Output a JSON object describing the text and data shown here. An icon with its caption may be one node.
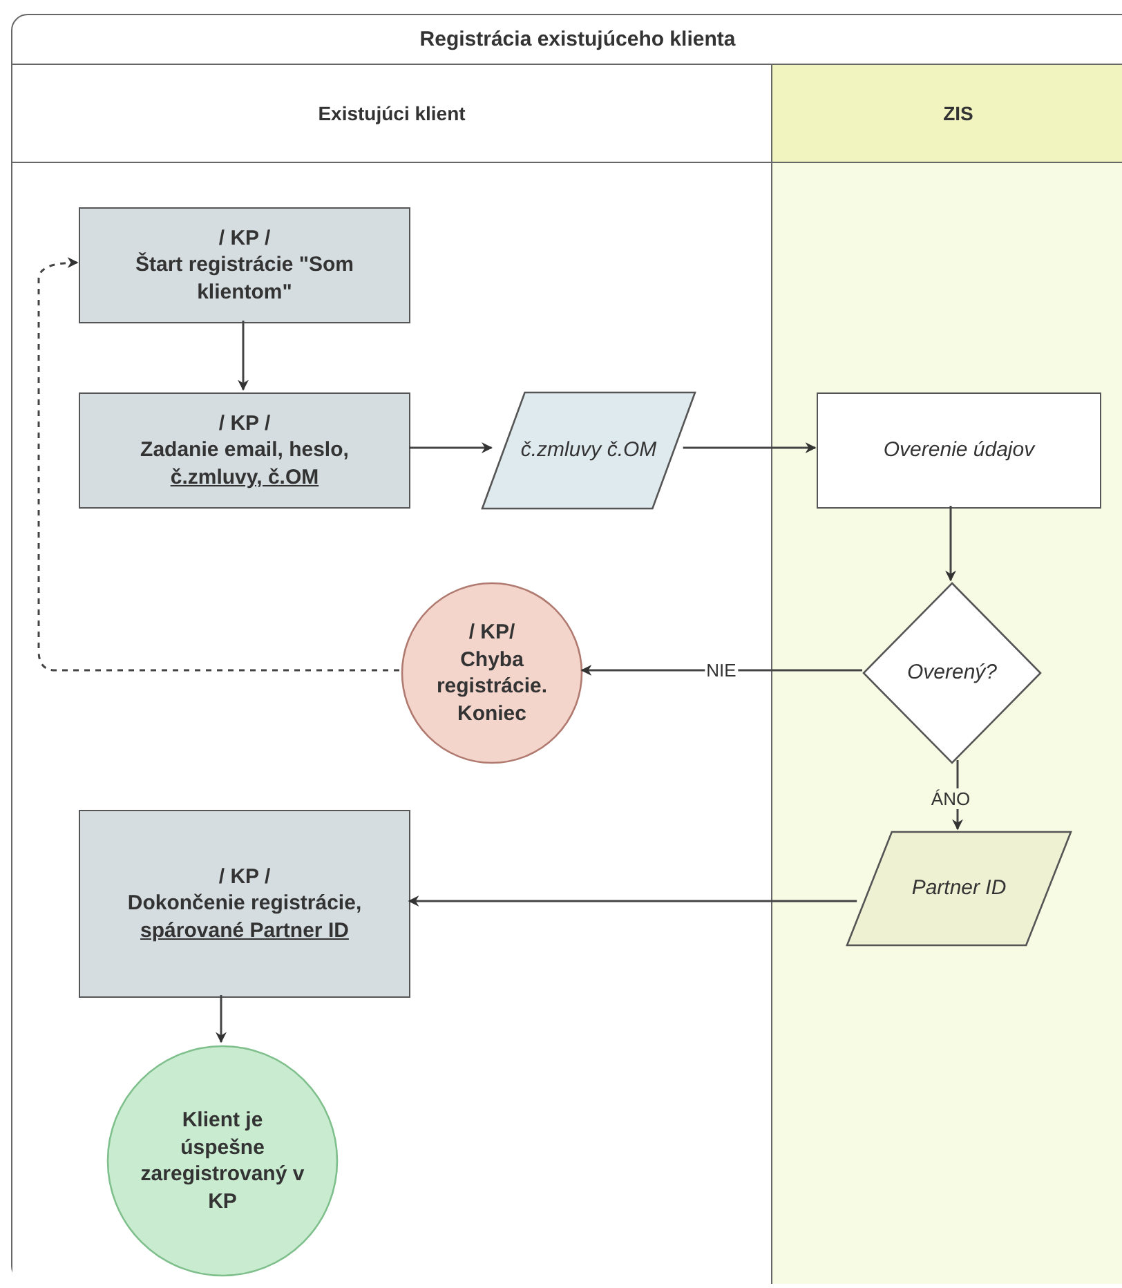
{
  "diagram": {
    "nodes": [
      {
        "text": [
          "Registrácia existujúceho klienta"
        ]
      },
      {
        "text": [
          "Existujúci klient"
        ],
        "in": 0
      },
      {
        "text": [
          "ZIS"
        ],
        "in": 0
      },
      {
        "text": [
          "/ KP /",
          "Štart registrácie \"Som klientom\""
        ],
        "in": 1
      },
      {
        "text": [
          "/ KP /",
          "Zadanie email, heslo,",
          "č.zmluvy, č.OM"
        ],
        "in": 1
      },
      {
        "text": [
          "č.zmluvy č.OM"
        ],
        "in": 1
      },
      {
        "text": [
          "Overenie údajov"
        ],
        "in": 2
      },
      {
        "text": [
          "Overený?"
        ],
        "in": 2
      },
      {
        "text": [
          "/ KP/",
          "Chyba registrácie. Koniec"
        ],
        "in": 1
      },
      {
        "text": [
          "Partner ID"
        ],
        "in": 2
      },
      {
        "text": [
          "/ KP /",
          "Dokončenie registrácie,",
          "spárované Partner ID"
        ],
        "in": 1
      },
      {
        "text": [
          "Klient je úspešne zaregistrovaný v KP"
        ],
        "in": 1
      }
    ],
    "edges": [
      {
        "from": 3,
        "to": 4,
        "arrow": "to"
      },
      {
        "from": 4,
        "to": 5,
        "arrow": "to"
      },
      {
        "from": 5,
        "to": 6,
        "arrow": "to"
      },
      {
        "from": 6,
        "to": 7,
        "arrow": "to"
      },
      {
        "from": 7,
        "to": 8,
        "arrow": "to",
        "label": "NIE"
      },
      {
        "from": 8,
        "to": 3,
        "arrow": "to",
        "style": "dashed"
      },
      {
        "from": 7,
        "to": 9,
        "arrow": "to",
        "label": "ÁNO"
      },
      {
        "from": 9,
        "to": 10,
        "arrow": "to"
      },
      {
        "from": 10,
        "to": 11,
        "arrow": "to"
      }
    ]
  }
}
